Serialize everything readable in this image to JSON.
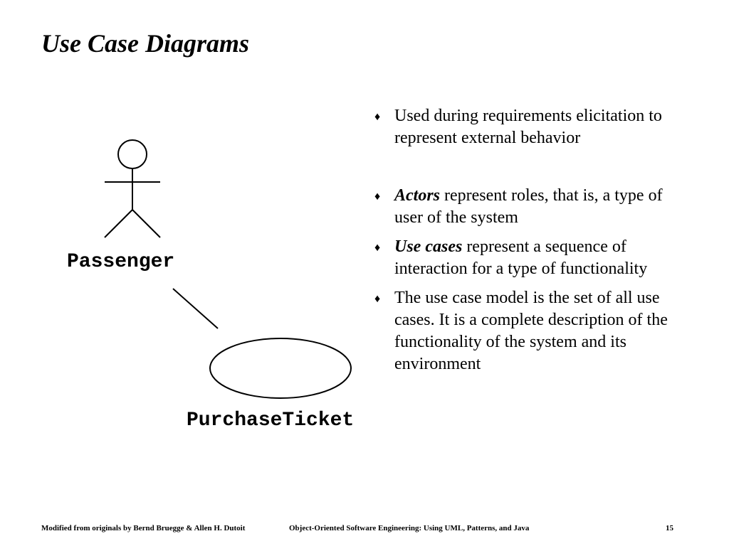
{
  "slide": {
    "title": "Use Case Diagrams"
  },
  "diagram": {
    "actor_label": "Passenger",
    "use_case_label": "PurchaseTicket"
  },
  "bullets": {
    "b1": "Used during requirements elicitation to represent external behavior",
    "b2_em": "Actors",
    "b2_rest": " represent roles, that is, a type of user of the system",
    "b3_em": "Use cases",
    "b3_rest": " represent a sequence of interaction for a  type of functionality",
    "b4": "The use case model is  the set of all use cases. It is a complete description of the functionality of the  system and its environment"
  },
  "footer": {
    "left": "Modified from originals by Bernd Bruegge & Allen H. Dutoit",
    "center": "Object-Oriented Software Engineering: Using UML, Patterns, and Java",
    "page": "15"
  },
  "icons": {
    "bullet_mark": "♦"
  }
}
